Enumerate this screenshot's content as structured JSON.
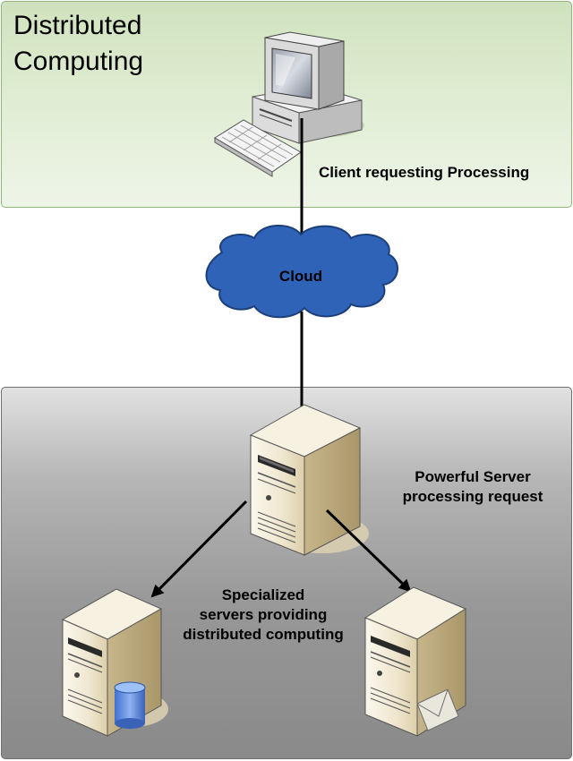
{
  "title_line1": "Distributed",
  "title_line2": "Computing",
  "nodes": {
    "client": {
      "label": "Client requesting Processing",
      "icon": "desktop-computer-icon"
    },
    "cloud": {
      "label": "Cloud",
      "icon": "cloud-icon"
    },
    "server": {
      "label_line1": "Powerful Server",
      "label_line2": "processing request",
      "icon": "tower-server-icon"
    },
    "specialized": {
      "label_line1": "Specialized",
      "label_line2": "servers providing",
      "label_line3": "distributed computing"
    },
    "db_server": {
      "icon": "database-server-icon"
    },
    "mail_server": {
      "icon": "mail-server-icon"
    }
  },
  "colors": {
    "client_panel": "#d6e7c7",
    "server_panel": "#a3a3a3",
    "cloud": "#2e63b6",
    "server_body": "#e8ddc0",
    "arrow": "#000000"
  }
}
